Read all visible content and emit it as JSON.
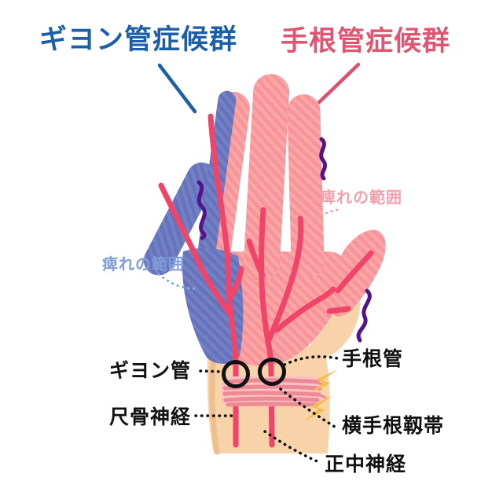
{
  "diagram": {
    "description": "Hand nerve anatomy diagram comparing Guyon canal syndrome and carpal tunnel syndrome",
    "titles": {
      "guyon_syndrome": "ギヨン管症候群",
      "carpal_syndrome": "手根管症候群"
    },
    "numbness_area": {
      "ulnar_label": "痺れの範囲",
      "median_label": "痺れの範囲"
    },
    "labels": {
      "guyon_canal": "ギヨン管",
      "ulnar_nerve": "尺骨神経",
      "carpal_tunnel": "手根管",
      "transverse_carpal_ligament": "横手根靱帯",
      "median_nerve": "正中神経"
    },
    "colors": {
      "title_blue": "#1a5fa8",
      "title_pink": "#e05672",
      "numbness_blue_text": "#7f9ed6",
      "numbness_pink_text": "#f59fae",
      "ulnar_area_fill": "#7280c6",
      "median_area_fill": "#f9a6a7",
      "nerve_red": "#f04568",
      "skin": "#f8d3a9",
      "ligament_pink": "#ee8893",
      "tingle_purple": "#541489",
      "pain_bolt_yellow": "#f4be48",
      "annotation_black": "#111111"
    },
    "icons": [
      "tingle-squiggle-icon",
      "pain-bolt-icon",
      "canal-circle-marker"
    ]
  }
}
